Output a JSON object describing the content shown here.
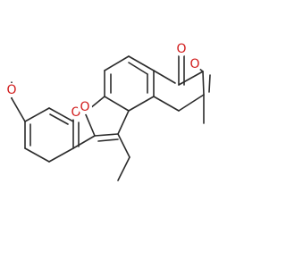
{
  "molecule": {
    "atoms": [
      {
        "id": "O_carbonyl_lactone",
        "label": "O"
      },
      {
        "id": "O_ring_pyranone",
        "label": "O"
      },
      {
        "id": "O_ketone",
        "label": "O"
      },
      {
        "id": "O_ring_furan",
        "label": "O"
      },
      {
        "id": "O_methoxy",
        "label": "O"
      }
    ],
    "colors": {
      "bond": "#2b2b2b",
      "oxygen": "#d11a1a",
      "background": "#ffffff"
    }
  }
}
